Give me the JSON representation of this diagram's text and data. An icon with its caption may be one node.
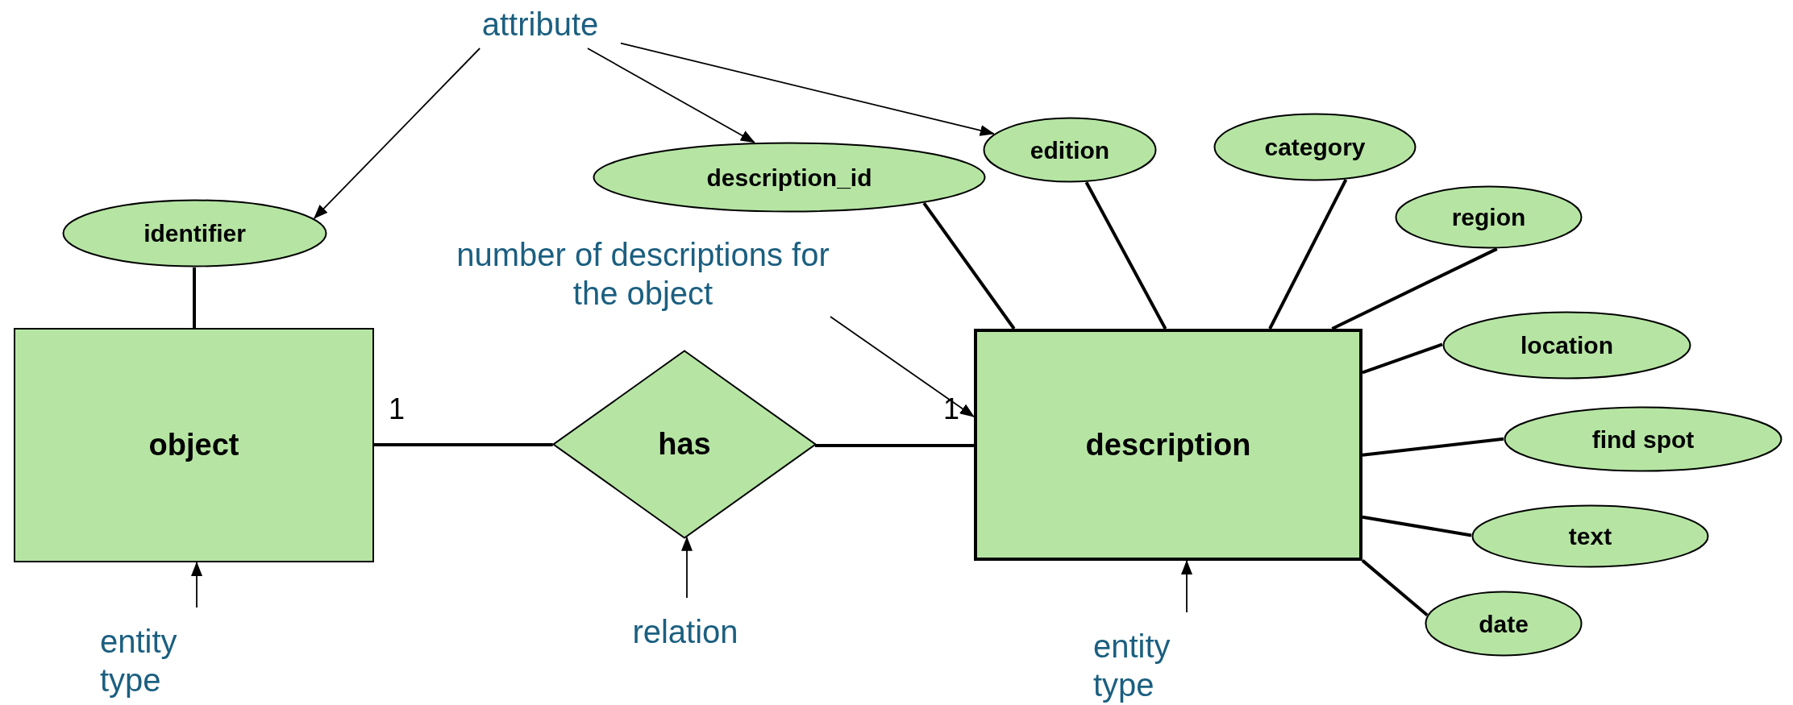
{
  "diagram": {
    "nodes": [
      {
        "text": [
          "attribute"
        ]
      },
      {
        "text": [
          "edition"
        ]
      },
      {
        "text": [
          "category"
        ]
      },
      {
        "text": [
          "description_id"
        ]
      },
      {
        "text": [
          "region"
        ]
      },
      {
        "text": [
          "identifier"
        ]
      },
      {
        "text": [
          "number of descriptions for the object"
        ]
      },
      {
        "text": [
          "location"
        ]
      },
      {
        "text": [
          "object"
        ]
      },
      {
        "text": [
          "has"
        ]
      },
      {
        "text": [
          "description"
        ]
      },
      {
        "text": [
          "find spot"
        ]
      },
      {
        "text": [
          "text"
        ]
      },
      {
        "text": [
          "date"
        ]
      },
      {
        "text": [
          "entity type"
        ]
      },
      {
        "text": [
          "relation"
        ]
      },
      {
        "text": [
          "entity type"
        ]
      }
    ],
    "edges": [
      {
        "from": 0,
        "to": 5,
        "arrow": "to"
      },
      {
        "from": 0,
        "to": 3,
        "arrow": "to"
      },
      {
        "from": 0,
        "to": 1,
        "arrow": "to"
      },
      {
        "from": 5,
        "to": 8,
        "arrow": "none"
      },
      {
        "from": 8,
        "to": 9,
        "arrow": "none"
      },
      {
        "from": 9,
        "to": 10,
        "arrow": "none"
      },
      {
        "from": 10,
        "to": 3,
        "arrow": "none"
      },
      {
        "from": 10,
        "to": 1,
        "arrow": "none"
      },
      {
        "from": 10,
        "to": 2,
        "arrow": "none"
      },
      {
        "from": 10,
        "to": 4,
        "arrow": "none"
      },
      {
        "from": 10,
        "to": 7,
        "arrow": "none"
      },
      {
        "from": 10,
        "to": 11,
        "arrow": "none"
      },
      {
        "from": 10,
        "to": 12,
        "arrow": "none"
      },
      {
        "from": 10,
        "to": 13,
        "arrow": "none"
      },
      {
        "from": 6,
        "to": 10,
        "arrow": "to"
      },
      {
        "from": 14,
        "to": 8,
        "arrow": "to"
      },
      {
        "from": 15,
        "to": 9,
        "arrow": "to"
      },
      {
        "from": 16,
        "to": 10,
        "arrow": "to"
      }
    ],
    "labels": [
      "1",
      "1"
    ]
  }
}
